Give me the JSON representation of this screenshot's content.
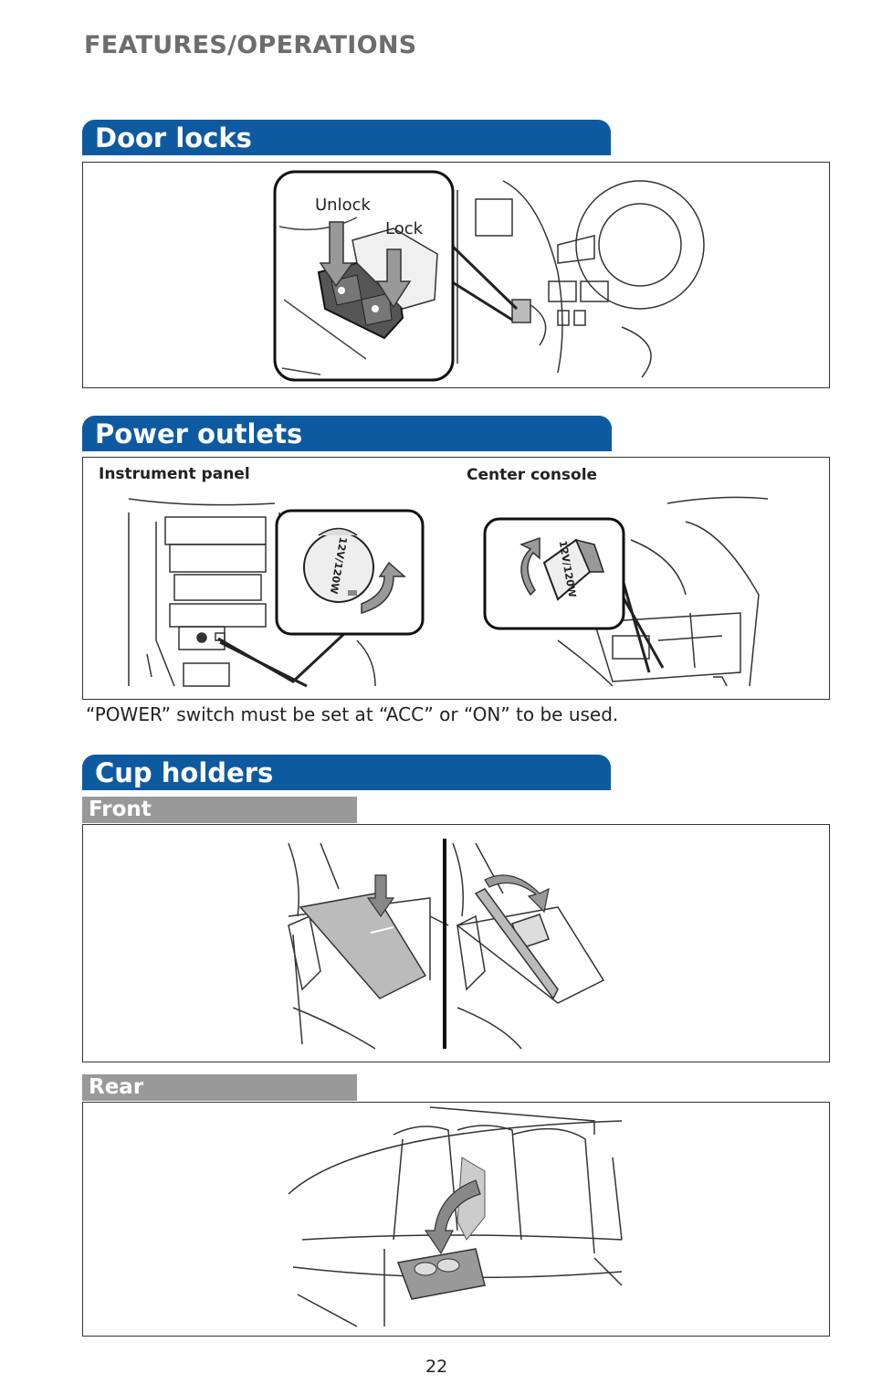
{
  "header": {
    "section": "FEATURES/OPERATIONS"
  },
  "door_locks": {
    "title": "Door locks",
    "labels": {
      "unlock": "Unlock",
      "lock": "Lock"
    }
  },
  "power_outlets": {
    "title": "Power outlets",
    "labels": {
      "instrument_panel": "Instrument panel",
      "center_console": "Center console",
      "outlet_rating_1": "12V/120W",
      "outlet_rating_2": "12V/120W"
    },
    "note": "“POWER” switch must be set at “ACC” or “ON” to be used."
  },
  "cup_holders": {
    "title": "Cup holders",
    "front_label": "Front",
    "rear_label": "Rear"
  },
  "footer": {
    "page_number": "22"
  },
  "colors": {
    "tab_blue": "#0e5aa0",
    "subtab_gray": "#999999",
    "header_gray": "#6d6d6d"
  }
}
